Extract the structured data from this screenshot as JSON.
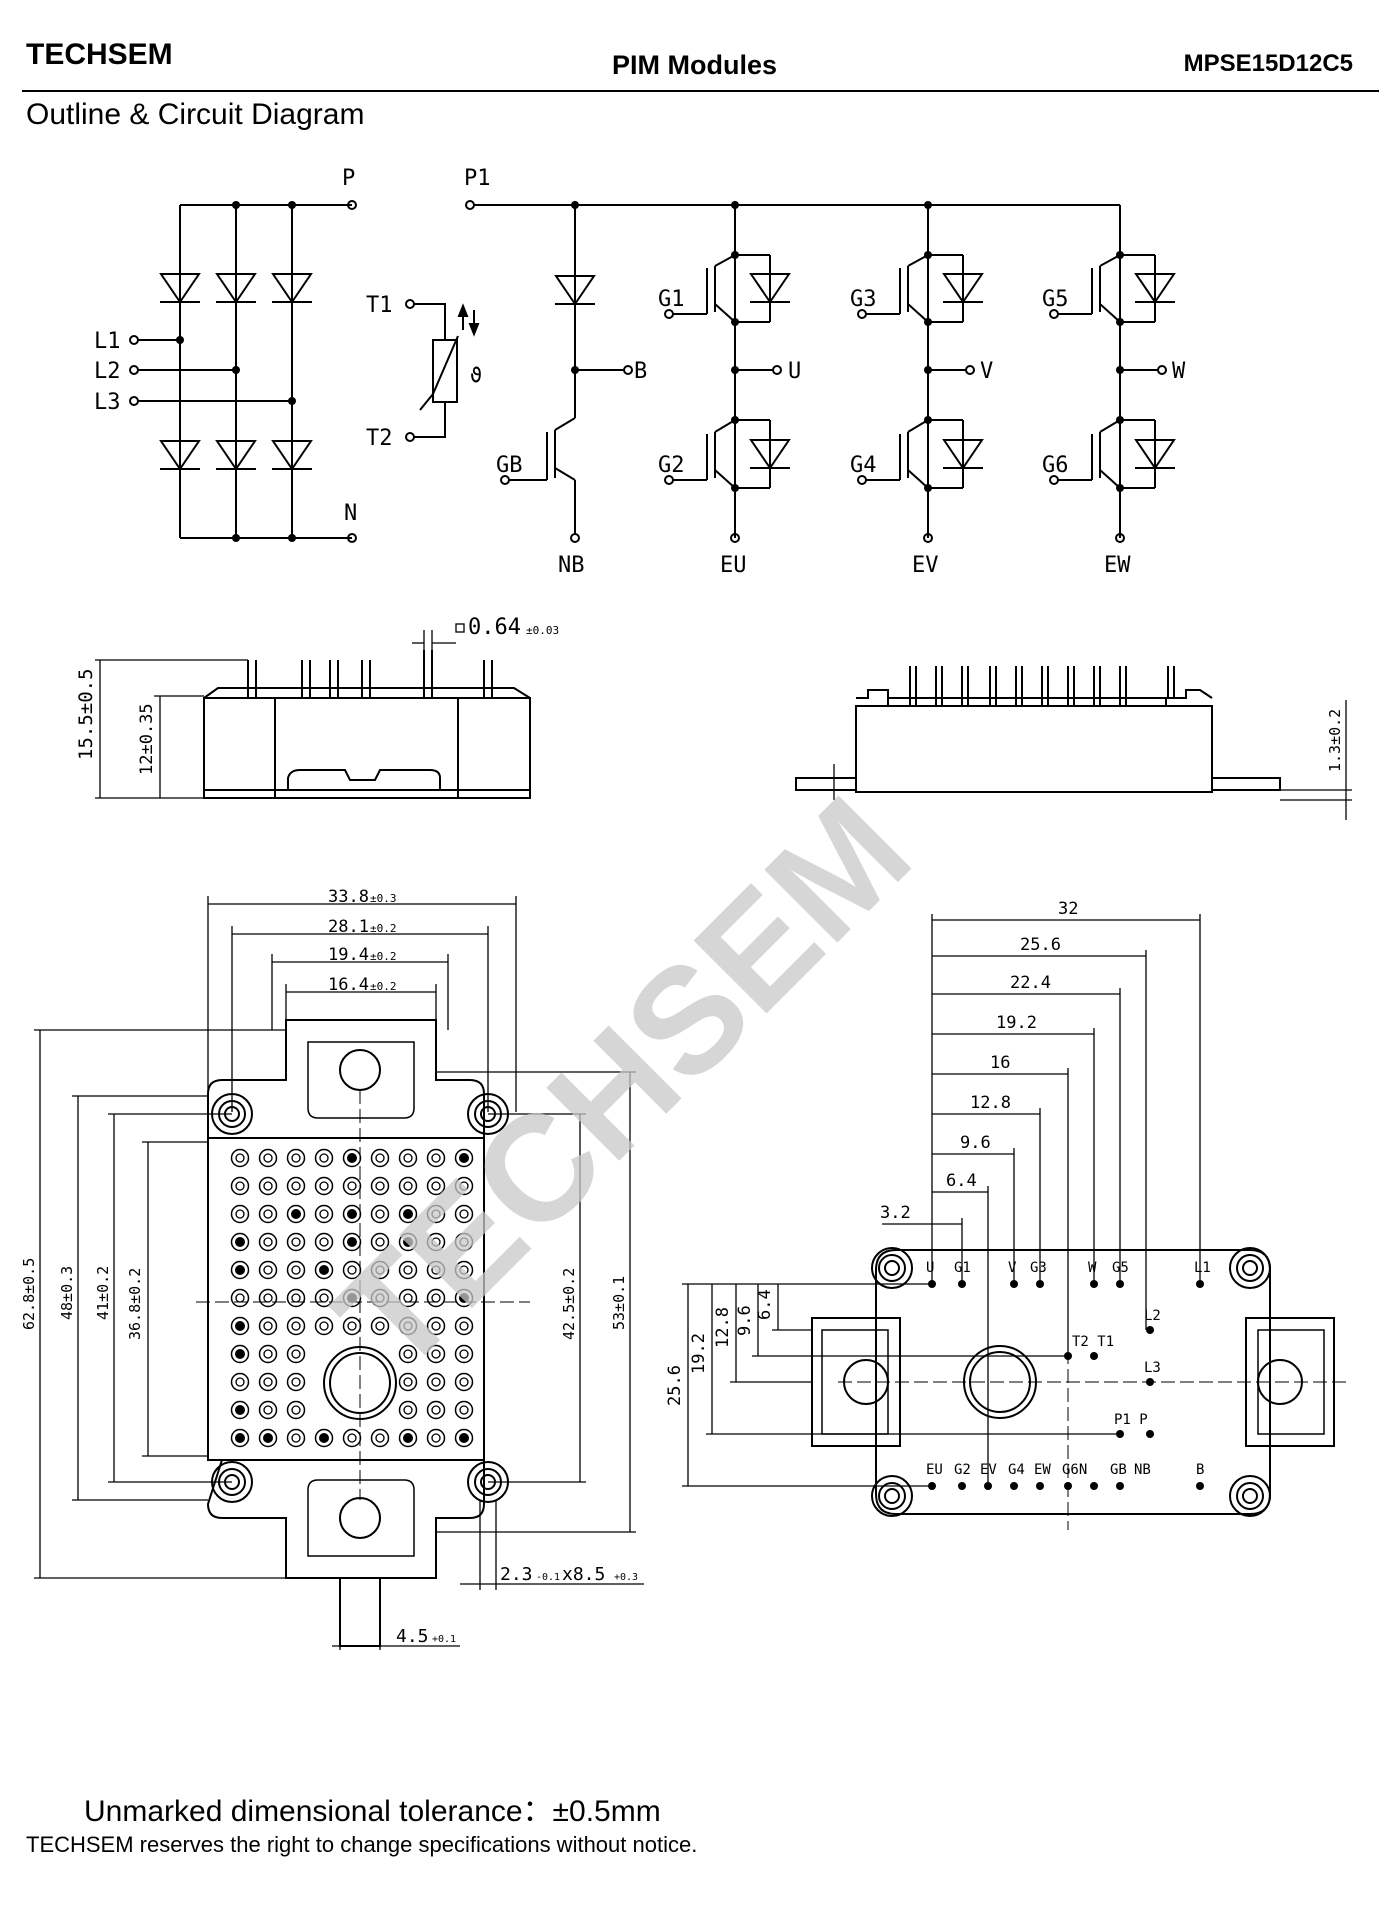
{
  "header": {
    "brand": "TECHSEM",
    "title": "PIM  Modules",
    "part_number": "MPSE15D12C5"
  },
  "section_title": "Outline & Circuit Diagram",
  "watermark": "TECHSEM",
  "circuit": {
    "terminals": {
      "P": "P",
      "N": "N",
      "P1": "P1",
      "L1": "L1",
      "L2": "L2",
      "L3": "L3",
      "T1": "T1",
      "T2": "T2",
      "theta": "ϑ",
      "B": "B",
      "GB": "GB",
      "NB": "NB",
      "G1": "G1",
      "G2": "G2",
      "U": "U",
      "EU": "EU",
      "G3": "G3",
      "G4": "G4",
      "V": "V",
      "EV": "EV",
      "G5": "G5",
      "G6": "G6",
      "W": "W",
      "EW": "EW"
    }
  },
  "side_view": {
    "pin_width": "0.64",
    "pin_width_tol": "±0.03",
    "total_height": "15.5±0.5",
    "body_height": "12±0.35",
    "pin_offset": "1.3±0.2"
  },
  "top_view": {
    "w_338": "33.8",
    "w_338_tol": "±0.3",
    "w_281": "28.1",
    "w_281_tol": "±0.2",
    "w_194": "19.4",
    "w_194_tol": "±0.2",
    "w_164": "16.4",
    "w_164_tol": "±0.2",
    "h_628": "62.8±0.5",
    "h_48": "48±0.3",
    "h_41": "41±0.2",
    "h_368": "36.8±0.2",
    "h_425": "42.5±0.2",
    "h_53": "53±0.1",
    "slot": "2.3",
    "slot_tol": "-0.1",
    "slot_len": "x8.5",
    "slot_len_tol": "+0.3",
    "tab": "4.5",
    "tab_tol": "+0.1"
  },
  "pin_view": {
    "x_dims": [
      "32",
      "25.6",
      "22.4",
      "19.2",
      "16",
      "12.8",
      "9.6",
      "6.4",
      "3.2"
    ],
    "y_dims": [
      "25.6",
      "19.2",
      "12.8",
      "9.6",
      "6.4"
    ],
    "top_pins": [
      "U",
      "G1",
      "V",
      "G3",
      "W",
      "G5",
      "L1"
    ],
    "mid_pins": {
      "L2": "L2",
      "T2T1": "T2 T1",
      "L3": "L3",
      "P1P": "P1  P"
    },
    "bottom_pins": [
      "EU",
      "G2",
      "EV",
      "G4",
      "EW",
      "G6N",
      "GB",
      "NB",
      "B"
    ]
  },
  "footer": {
    "tolerance": "Unmarked dimensional tolerance：±0.5mm",
    "notice": "TECHSEM reserves the right to change specifications without notice."
  }
}
